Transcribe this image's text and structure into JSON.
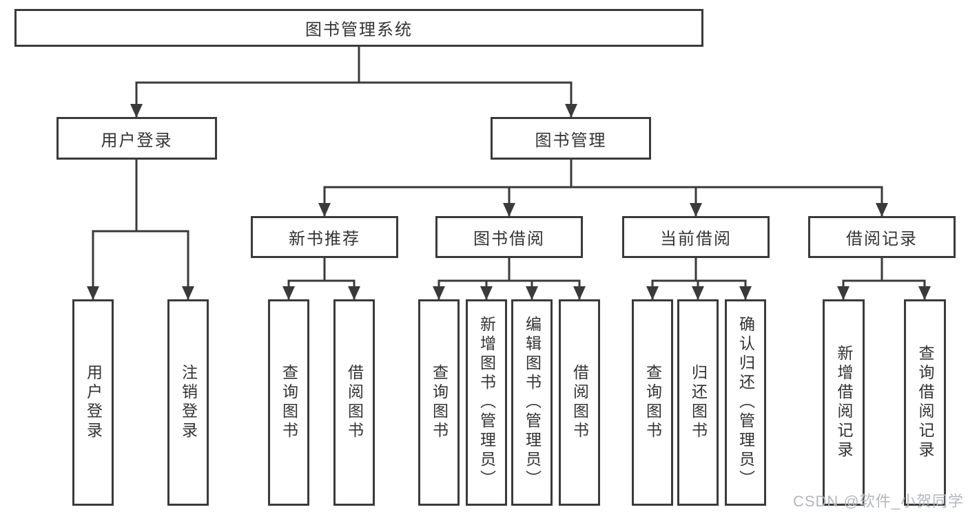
{
  "tree": {
    "root": {
      "label": "图书管理系统",
      "children": [
        {
          "label": "用户登录",
          "children": [
            {
              "label": "用户登录"
            },
            {
              "label": "注销登录"
            }
          ]
        },
        {
          "label": "图书管理",
          "children": [
            {
              "label": "新书推荐",
              "children": [
                {
                  "label": "查询图书"
                },
                {
                  "label": "借阅图书"
                }
              ]
            },
            {
              "label": "图书借阅",
              "children": [
                {
                  "label": "查询图书"
                },
                {
                  "label": "新增图书（管理员）"
                },
                {
                  "label": "编辑图书（管理员）"
                },
                {
                  "label": "借阅图书"
                }
              ]
            },
            {
              "label": "当前借阅",
              "children": [
                {
                  "label": "查询图书"
                },
                {
                  "label": "归还图书"
                },
                {
                  "label": "确认归还（管理员）"
                }
              ]
            },
            {
              "label": "借阅记录",
              "children": [
                {
                  "label": "新增借阅记录"
                },
                {
                  "label": "查询借阅记录"
                }
              ]
            }
          ]
        }
      ]
    }
  },
  "watermark": "CSDN @软件_小贺同学",
  "colors": {
    "line": "#3a3a3a",
    "text": "#333333",
    "watermark": "#b4b7bb",
    "background": "#ffffff"
  }
}
